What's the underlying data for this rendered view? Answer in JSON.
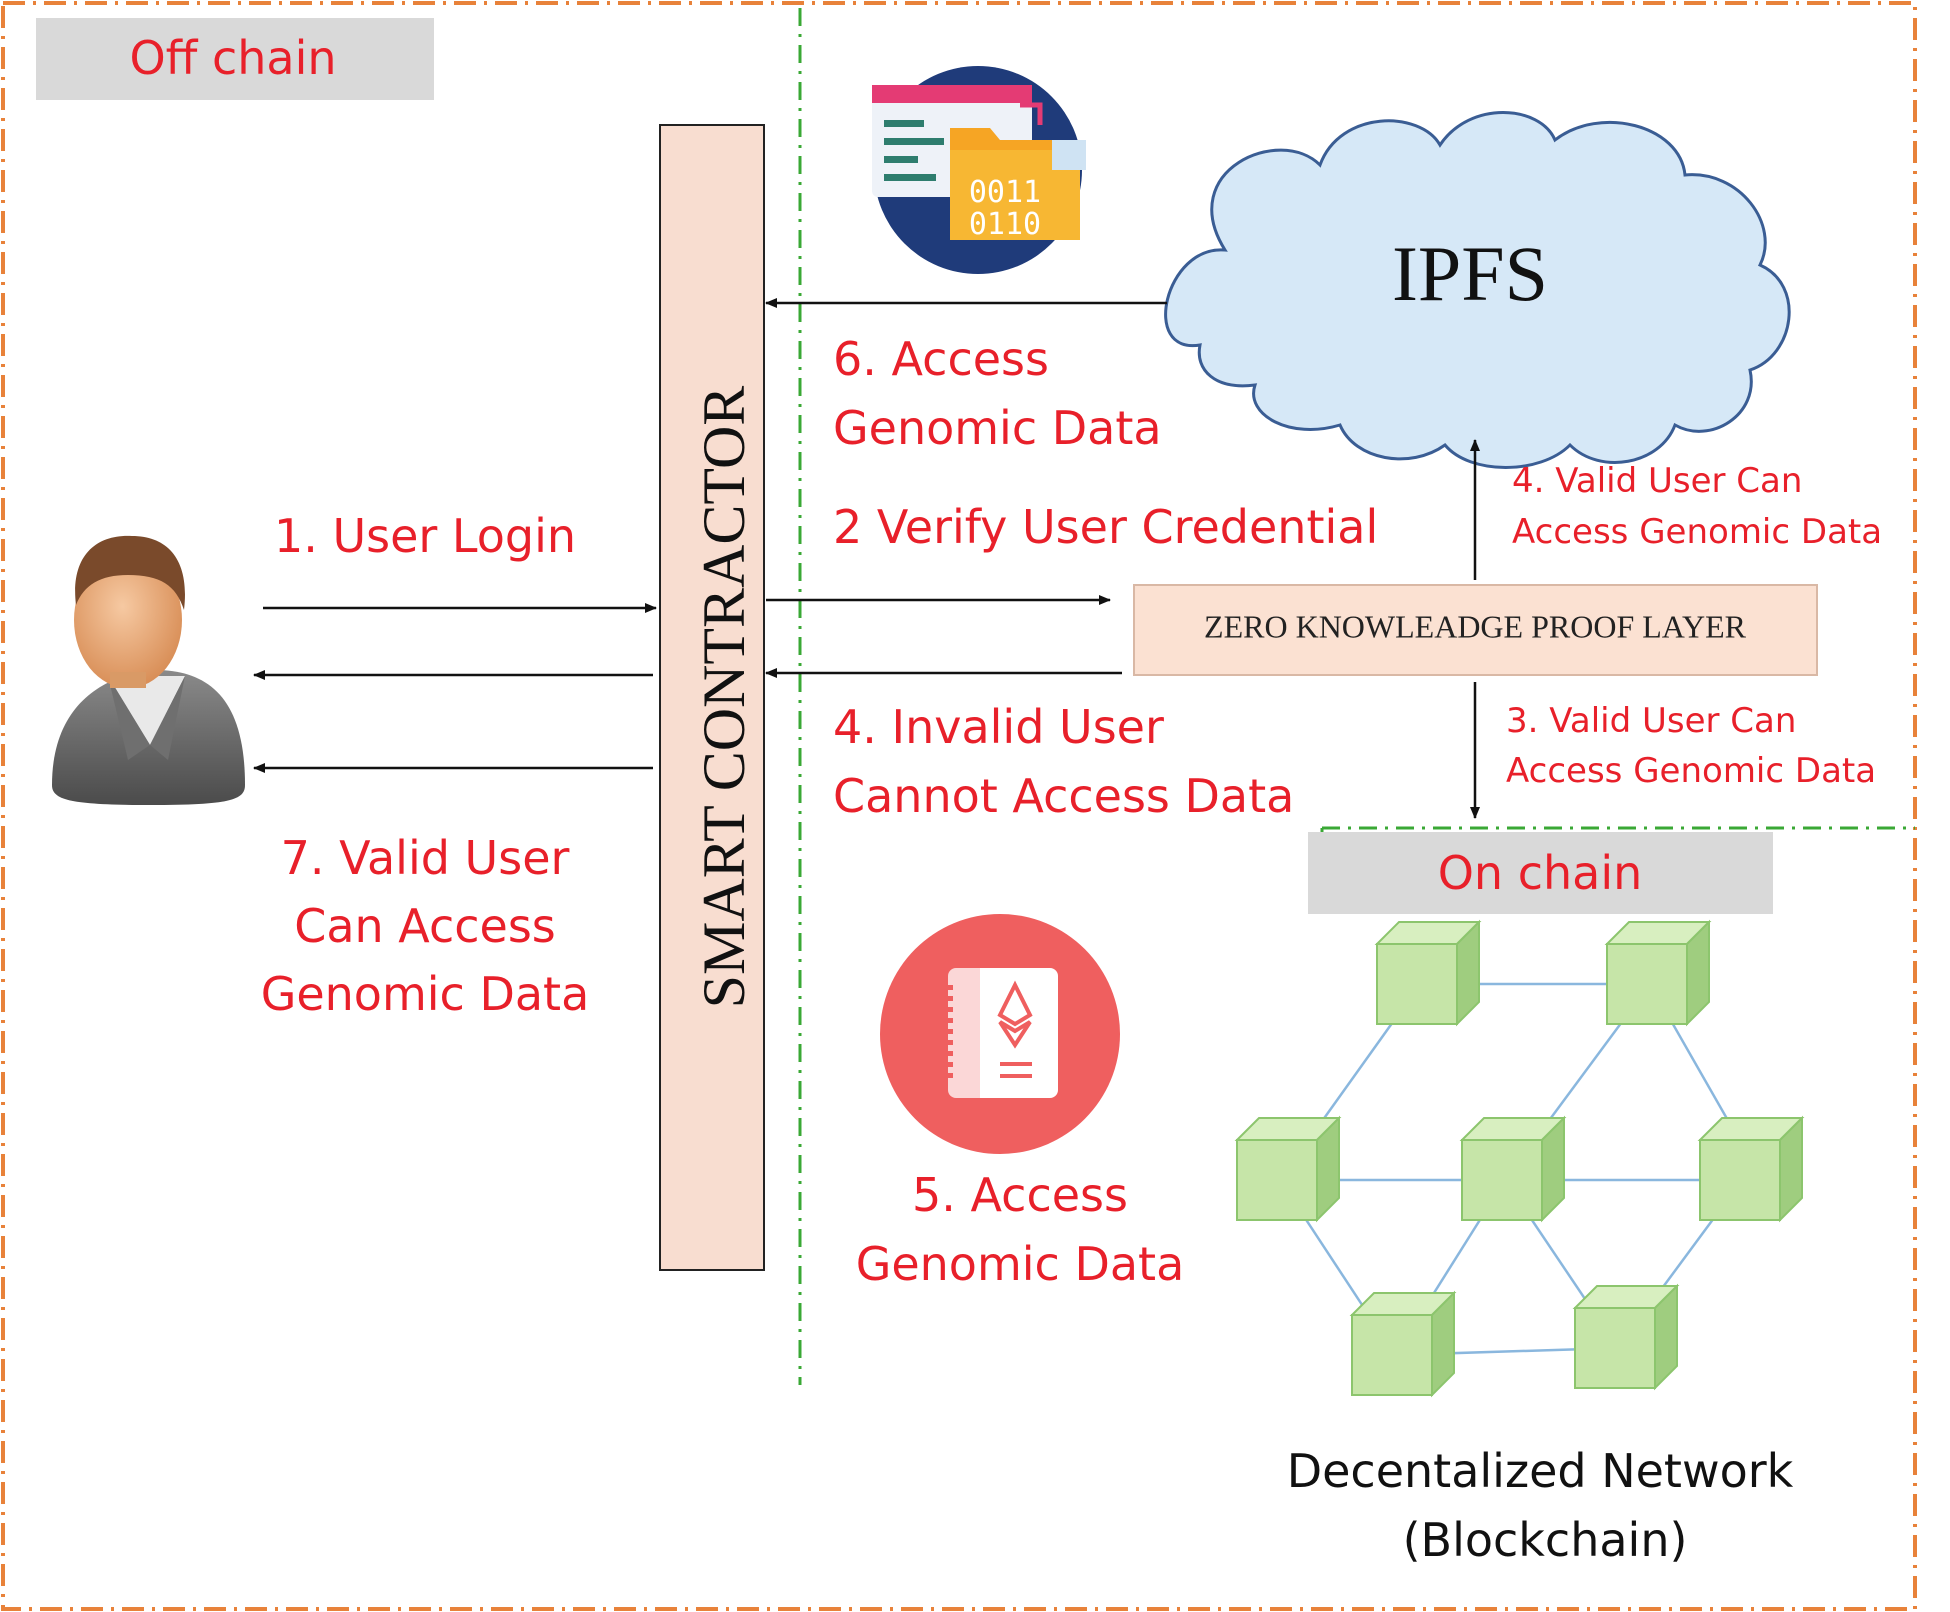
{
  "diagram": {
    "off_chain_label": "Off chain",
    "on_chain_label": "On chain",
    "smart_contract_label": "SMART CONTRACTOR",
    "ipfs_label": "IPFS",
    "zkp_label": "ZERO KNOWLEADGE PROOF LAYER",
    "network_caption_line1": "Decentalized Network",
    "network_caption_line2": "(Blockchain)",
    "file_icon_digits_1": "0011",
    "file_icon_digits_2": "0110"
  },
  "steps": {
    "user_login": "1. User Login",
    "verify_credential": "2 Verify User Credential",
    "valid_to_chain_line1": "3. Valid User Can",
    "valid_to_chain_line2": "Access Genomic Data",
    "valid_to_ipfs_line1": "4. Valid User Can",
    "valid_to_ipfs_line2": "Access Genomic Data",
    "invalid_line1": "4. Invalid User",
    "invalid_line2": "Cannot Access Data",
    "chain_access_line1": "5. Access",
    "chain_access_line2": "Genomic Data",
    "ipfs_access_line1": "6. Access",
    "ipfs_access_line2": "Genomic Data",
    "valid_user_line1": "7. Valid User",
    "valid_user_line2": "Can Access",
    "valid_user_line3": "Genomic Data"
  },
  "colors": {
    "label_red": "#e8202a",
    "off_chain_border": "#e8823a",
    "boundary_green": "#3aa835",
    "contract_fill": "#f8ddd0",
    "ipfs_fill": "#d6e8f7",
    "zkp_fill": "#fbe1d2",
    "block_green": "#c6e5a8",
    "link_blue": "#8ab7de"
  },
  "icons": [
    "user-avatar-icon",
    "file-folder-code-icon",
    "ethereum-notebook-icon",
    "blockchain-cube-icon"
  ]
}
